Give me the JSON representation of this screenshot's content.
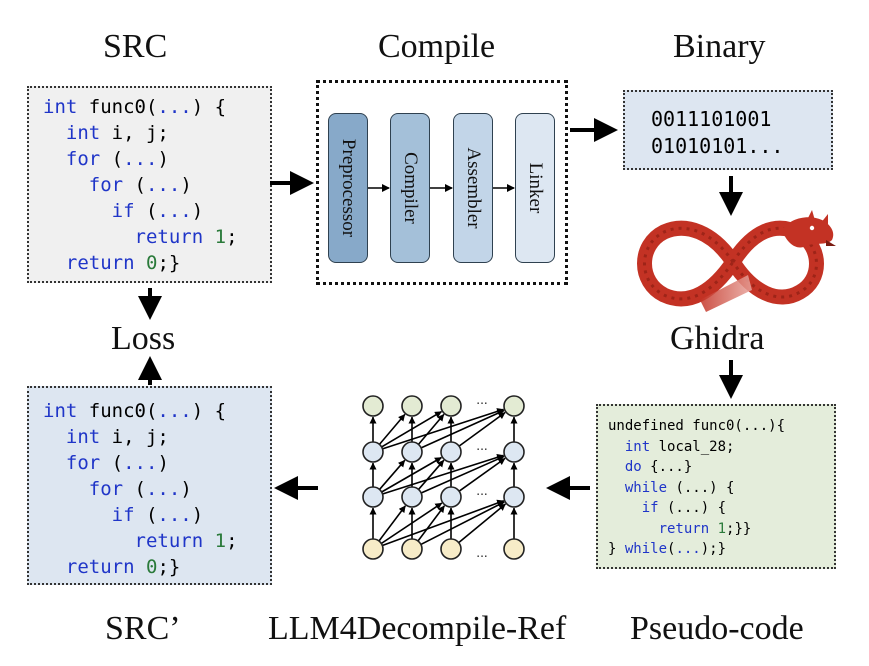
{
  "labels": {
    "src": "SRC",
    "compile": "Compile",
    "binary": "Binary",
    "loss": "Loss",
    "ghidra": "Ghidra",
    "src_prime": "SRC’",
    "model": "LLM4Decompile-Ref",
    "pseudo": "Pseudo-code"
  },
  "compile_stages": [
    "Preprocessor",
    "Compiler",
    "Assembler",
    "Linker"
  ],
  "binary_lines": [
    "0011101001",
    "01010101..."
  ],
  "src_code": [
    [
      {
        "t": "int",
        "c": "kw"
      },
      {
        "t": " func0("
      },
      {
        "t": "...",
        "c": "kw"
      },
      {
        "t": ") {"
      }
    ],
    [
      {
        "t": "  "
      },
      {
        "t": "int",
        "c": "kw"
      },
      {
        "t": " i, j;"
      }
    ],
    [
      {
        "t": "  "
      },
      {
        "t": "for",
        "c": "kw"
      },
      {
        "t": " ("
      },
      {
        "t": "...",
        "c": "kw"
      },
      {
        "t": ")"
      }
    ],
    [
      {
        "t": "    "
      },
      {
        "t": "for",
        "c": "kw"
      },
      {
        "t": " ("
      },
      {
        "t": "...",
        "c": "kw"
      },
      {
        "t": ")"
      }
    ],
    [
      {
        "t": "      "
      },
      {
        "t": "if",
        "c": "kw"
      },
      {
        "t": " ("
      },
      {
        "t": "...",
        "c": "kw"
      },
      {
        "t": ")"
      }
    ],
    [
      {
        "t": "        "
      },
      {
        "t": "return",
        "c": "kw"
      },
      {
        "t": " "
      },
      {
        "t": "1",
        "c": "num"
      },
      {
        "t": ";"
      }
    ],
    [
      {
        "t": "  "
      },
      {
        "t": "return",
        "c": "kw"
      },
      {
        "t": " "
      },
      {
        "t": "0",
        "c": "num"
      },
      {
        "t": ";}"
      }
    ]
  ],
  "src_prime_code": [
    [
      {
        "t": "int",
        "c": "kw"
      },
      {
        "t": " func0("
      },
      {
        "t": "...",
        "c": "kw"
      },
      {
        "t": ") {"
      }
    ],
    [
      {
        "t": "  "
      },
      {
        "t": "int",
        "c": "kw"
      },
      {
        "t": " i, j;"
      }
    ],
    [
      {
        "t": "  "
      },
      {
        "t": "for",
        "c": "kw"
      },
      {
        "t": " ("
      },
      {
        "t": "...",
        "c": "kw"
      },
      {
        "t": ")"
      }
    ],
    [
      {
        "t": "    "
      },
      {
        "t": "for",
        "c": "kw"
      },
      {
        "t": " ("
      },
      {
        "t": "...",
        "c": "kw"
      },
      {
        "t": ")"
      }
    ],
    [
      {
        "t": "      "
      },
      {
        "t": "if",
        "c": "kw"
      },
      {
        "t": " ("
      },
      {
        "t": "...",
        "c": "kw"
      },
      {
        "t": ")"
      }
    ],
    [
      {
        "t": "        "
      },
      {
        "t": "return",
        "c": "kw"
      },
      {
        "t": " "
      },
      {
        "t": "1",
        "c": "num"
      },
      {
        "t": ";"
      }
    ],
    [
      {
        "t": "  "
      },
      {
        "t": "return",
        "c": "kw"
      },
      {
        "t": " "
      },
      {
        "t": "0",
        "c": "num"
      },
      {
        "t": ";}"
      }
    ]
  ],
  "pseudo_code": [
    [
      {
        "t": "undefined func0(...){"
      }
    ],
    [
      {
        "t": "  "
      },
      {
        "t": "int",
        "c": "kw"
      },
      {
        "t": " local_28;"
      }
    ],
    [
      {
        "t": "  "
      },
      {
        "t": "do",
        "c": "kw"
      },
      {
        "t": " {...}"
      }
    ],
    [
      {
        "t": "  "
      },
      {
        "t": "while",
        "c": "kw"
      },
      {
        "t": " (...) {"
      }
    ],
    [
      {
        "t": "    "
      },
      {
        "t": "if",
        "c": "kw"
      },
      {
        "t": " (...) {"
      }
    ],
    [
      {
        "t": "      "
      },
      {
        "t": "return",
        "c": "kw"
      },
      {
        "t": " "
      },
      {
        "t": "1",
        "c": "num"
      },
      {
        "t": ";}}"
      }
    ],
    [
      {
        "t": "} "
      },
      {
        "t": "while",
        "c": "kw"
      },
      {
        "t": "("
      },
      {
        "t": "...",
        "c": "kw"
      },
      {
        "t": ");}"
      }
    ]
  ],
  "network_ellipsis": "...",
  "colors": {
    "src_box": "#f0f0f0",
    "src_prime_box": "#dde6f1",
    "binary_box": "#dde6f1",
    "pseudo_box": "#e4eddb",
    "keyword": "#1f35c8",
    "number": "#2a7a3a",
    "stage_fills": [
      "#87a9c9",
      "#a4c0d9",
      "#c2d5e8",
      "#dde7f2"
    ],
    "node_top": "#e3ebd3",
    "node_mid": "#dde7f2",
    "node_bottom": "#f7ecc8",
    "ghidra_red": "#c33224"
  },
  "icons": [
    "ghidra-dragon-logo"
  ]
}
